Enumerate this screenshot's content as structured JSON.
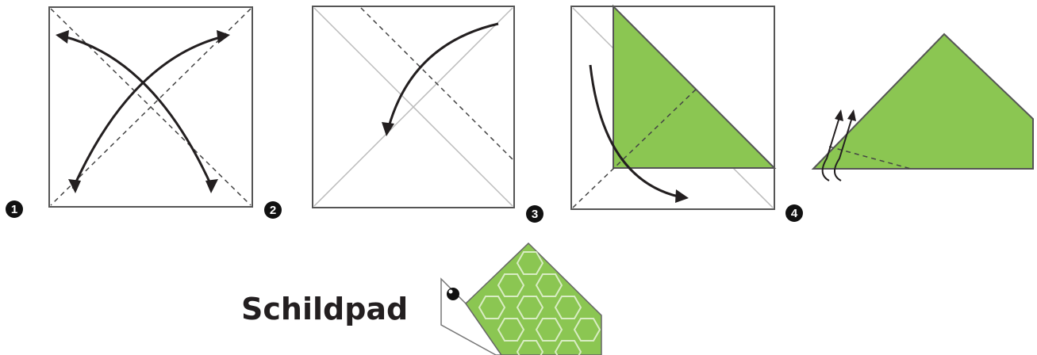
{
  "title": "Schildpad",
  "colors": {
    "paper_green": "#8bc652",
    "outline": "#555555",
    "arrow": "#231f20",
    "crease": "#bbbbbb",
    "badge": "#111111",
    "badge_text": "#ffffff"
  },
  "steps": [
    {
      "number": "1",
      "action": "diagonal fold both ways"
    },
    {
      "number": "2",
      "action": "fold corner to center"
    },
    {
      "number": "3",
      "action": "fold down"
    },
    {
      "number": "4",
      "action": "fold corner back"
    }
  ],
  "icons": [
    "fold-arrow-icon",
    "valley-fold-line",
    "turtle-eye-icon",
    "hexagon-shell-pattern"
  ]
}
